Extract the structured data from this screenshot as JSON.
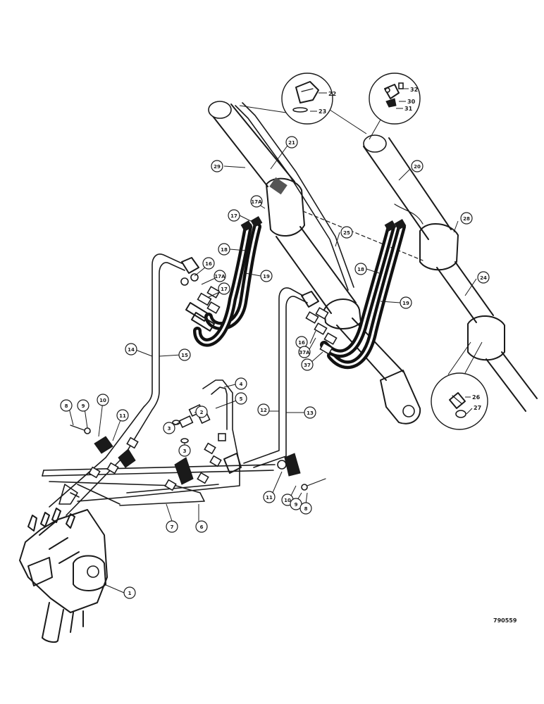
{
  "figure": {
    "reference_number": "790559"
  },
  "callouts": [
    {
      "id": "c1",
      "label": "1"
    },
    {
      "id": "c2",
      "label": "2"
    },
    {
      "id": "c3a",
      "label": "3"
    },
    {
      "id": "c3b",
      "label": "3"
    },
    {
      "id": "c4",
      "label": "4"
    },
    {
      "id": "c5",
      "label": "5"
    },
    {
      "id": "c6",
      "label": "6"
    },
    {
      "id": "c7",
      "label": "7"
    },
    {
      "id": "c8a",
      "label": "8"
    },
    {
      "id": "c9a",
      "label": "9"
    },
    {
      "id": "c10a",
      "label": "10"
    },
    {
      "id": "c11a",
      "label": "11"
    },
    {
      "id": "c12",
      "label": "12"
    },
    {
      "id": "c13",
      "label": "13"
    },
    {
      "id": "c14",
      "label": "14"
    },
    {
      "id": "c15",
      "label": "15"
    },
    {
      "id": "c16a",
      "label": "16"
    },
    {
      "id": "c17Aa",
      "label": "17A"
    },
    {
      "id": "c17a",
      "label": "17"
    },
    {
      "id": "c17Ab",
      "label": "17A"
    },
    {
      "id": "c17b",
      "label": "17"
    },
    {
      "id": "c18a",
      "label": "18"
    },
    {
      "id": "c19a",
      "label": "19"
    },
    {
      "id": "c25",
      "label": "25"
    },
    {
      "id": "c18b",
      "label": "18"
    },
    {
      "id": "c19b",
      "label": "19"
    },
    {
      "id": "c16b",
      "label": "16"
    },
    {
      "id": "c17Ac",
      "label": "37A"
    },
    {
      "id": "c17c",
      "label": "37"
    },
    {
      "id": "c29",
      "label": "29"
    },
    {
      "id": "c21",
      "label": "21"
    },
    {
      "id": "c20",
      "label": "20"
    },
    {
      "id": "c28",
      "label": "28"
    },
    {
      "id": "c24",
      "label": "24"
    },
    {
      "id": "c11b",
      "label": "11"
    },
    {
      "id": "c10b",
      "label": "10"
    },
    {
      "id": "c9b",
      "label": "9"
    },
    {
      "id": "c8b",
      "label": "8"
    }
  ],
  "details": {
    "top_left": {
      "labels": [
        "22",
        "23"
      ]
    },
    "top_right": {
      "labels": [
        "32",
        "30",
        "31"
      ]
    },
    "bottom": {
      "labels": [
        "26",
        "27"
      ]
    }
  }
}
